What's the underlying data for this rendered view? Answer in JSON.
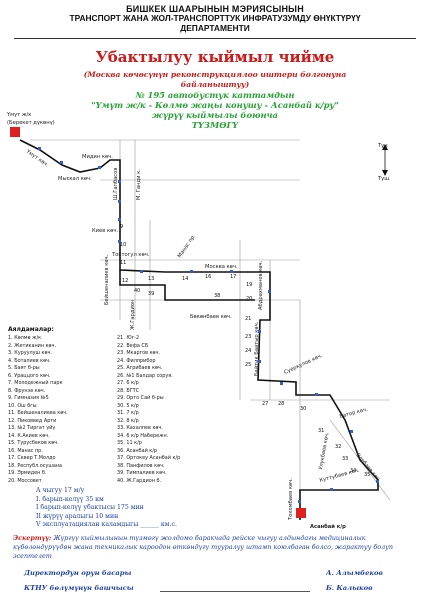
{
  "header": {
    "line1": "БИШКЕК ШААРЫНЫН МЭРИЯСЫНЫН",
    "line2": "ТРАНСПОРТ ЖАНА ЖОЛ-ТРАНСПОРТТУК ИНФРАТУЗУМДУ ӨНҮКТҮРҮҮ",
    "line3": "ДЕПАРТАМЕНТИ"
  },
  "title": "Убактылуу кыймыл чийме",
  "subtitle1": "(Москва көчөсүнүн реконструкциялоо иштери болгонуна",
  "subtitle2": "байланыштуу)",
  "route": {
    "line1": "№ 195 автобустук каттамдын",
    "line2": "\"Үмүт ж/к - Көлмө жаңы конушу - Асанбай к/ру\"",
    "line3": "жүрүү кыймылы боюнча",
    "line4": "ТҮЗМӨГҮ"
  },
  "map": {
    "start_label_1": "Үмүт ж/к",
    "start_label_2": "(Берекет дүкөнү)",
    "end_label": "Асанбай к/р",
    "direction_there": "Тун",
    "direction_back": "Түш.",
    "streets": {
      "umot": "Үмүт көч.",
      "myskal": "Мыскал көч.",
      "midin": "Мидин көч.",
      "sh_gapbasov": "Ш.Гапбасов",
      "m_gandi": "М. Ганди к.",
      "kiev": "Киев көч.",
      "tokhtogul": "Токтогул көч.",
      "beishenaliev": "Бейшеналиев көч.",
      "moskva": "Москва көч.",
      "manas": "Манас пр.",
      "zh_gardnon": "Ж.Гардион",
      "bokonbaev": "Бөкөнбаев көч.",
      "abdrakhmanov": "Абдрахманов көч.",
      "baytik": "Байтик Баатыр көч.",
      "suerkulov": "Суеркулов көч.",
      "ulukbaev": "Улукбаев көч.",
      "bator": "Батор көч.",
      "elebaev": "Элебаев көч.",
      "kuttubaev": "Куттубаев көч.",
      "tokombaev": "Токомбаев көч."
    }
  },
  "legend": {
    "title": "Аялдамалар:",
    "left": [
      "1. Көлмө ж/к",
      "2. Жетиканин көч.",
      "3. Куруулуш көч.",
      "4. Боталиев көч.",
      "5. Баят б-ры",
      "6. Ураццого көч.",
      "7. Молодежный парк",
      "8. Фрунзе көч.",
      "9. Гимназия №5",
      "10. Ош бгы",
      "11. Бейшеналиева көч.",
      "12. Пиковвед Арти",
      "13. №2 Тиргат үйү",
      "14. К.Акиев көч.",
      "15. Турусбеков көч.",
      "16. Манас пр.",
      "17. Сквер Т.Молдо",
      "18. Республ.осушана",
      "19. Эрмиден б.",
      "20. Mocсовет"
    ],
    "right": [
      "21. Юг-2",
      "22. Вефа СБ",
      "23. Мкаргов көч.",
      "24. Филприбор",
      "25. Агрибаев көч.",
      "26. №1 Балдар соруя.",
      "27. 6 к/р",
      "28. БГТС",
      "29. Орто Сай б-ры",
      "30. 5 к/р",
      "31. 7 к/р",
      "32. 8 к/р",
      "33. Кахалпев көч.",
      "34. 6 к/р Набережн.",
      "35. 11 к/р",
      "36. Асанбай к/р",
      "37. Ортокеу Асанбай к/р",
      "38. Панфилов көч.",
      "39. Тимпалиев көч.",
      "40. Ж.Гардион б."
    ]
  },
  "stats": {
    "line1": "A чыгуу  17 м/у",
    "line2": "I. барып-келүү  35 км",
    "line3": "I барып-келүү убактысы  175  мин",
    "line4": "II жүрүү аралыгы  10  мин",
    "line5": "V эксплуатациялан каламдыгы ______ км.с."
  },
  "notice": {
    "label": "Эскертүү:",
    "text": " Жүргүү кыймылынын түзмөгү жолдомо баракчада рейске чыгуу алдындагы медициналык күбөлөндүрүүдөн жана техникалык кароодон өткөндүгү тууралуу штамп коюлбаган болсо, жарактуу болуп эсептелет"
  },
  "signatures": {
    "left1": "Директордун орун басары",
    "right1": "А. Алымбеков",
    "left2": "КТНУ бөлүмүнүн башчысы",
    "right2": "Б. Калыков"
  },
  "colors": {
    "title_red": "#d01818",
    "route_green": "#2aa137",
    "text_blue": "#1d3fa3",
    "terminal_red": "#e02020",
    "stop_blue": "#2d5fd0",
    "route_black": "#111111"
  }
}
